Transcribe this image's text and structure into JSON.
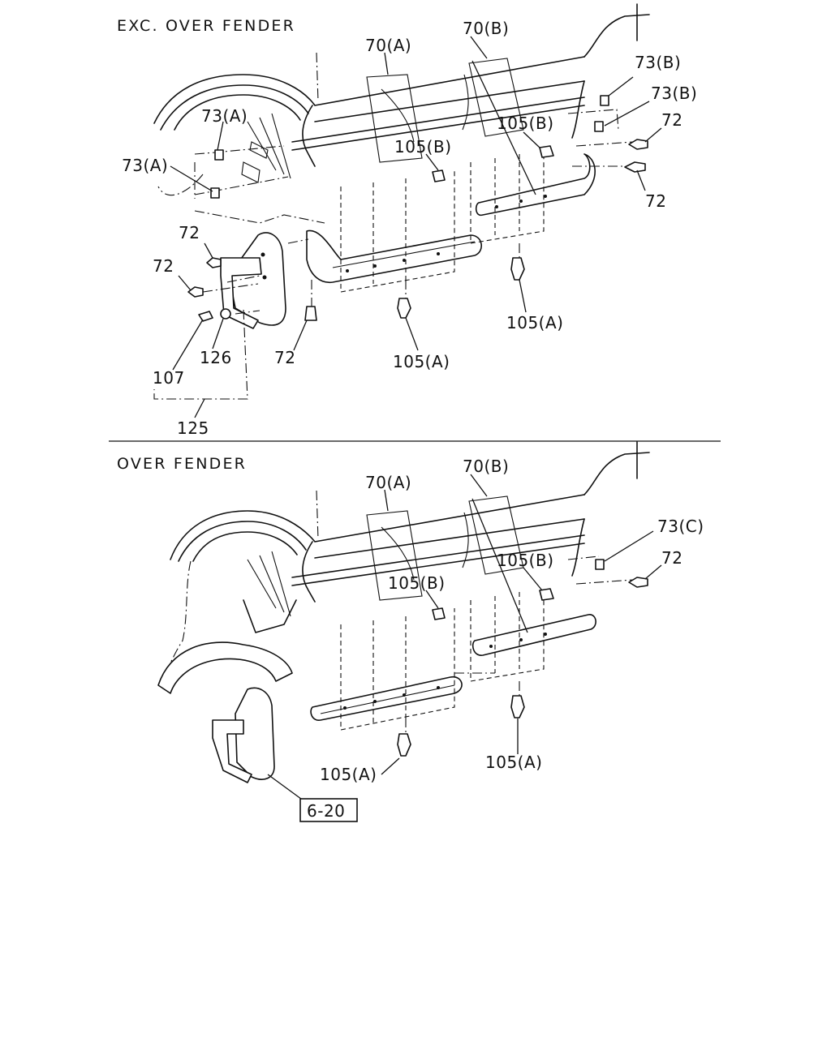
{
  "sections": {
    "top": {
      "title": "EXC. OVER FENDER"
    },
    "bottom": {
      "title": "OVER FENDER"
    }
  },
  "labels": {
    "top": {
      "p70a": "70(A)",
      "p70b": "70(B)",
      "p73b_1": "73(B)",
      "p73b_2": "73(B)",
      "p72_r1": "72",
      "p72_r2": "72",
      "p73a_1": "73(A)",
      "p73a_2": "73(A)",
      "p105b_1": "105(B)",
      "p105b_2": "105(B)",
      "p72_l1": "72",
      "p72_l2": "72",
      "p72_b": "72",
      "p107": "107",
      "p126": "126",
      "p125": "125",
      "p105a_1": "105(A)",
      "p105a_2": "105(A)"
    },
    "bottom": {
      "p70a": "70(A)",
      "p70b": "70(B)",
      "p73c": "73(C)",
      "p72": "72",
      "p105b_1": "105(B)",
      "p105b_2": "105(B)",
      "p105a_1": "105(A)",
      "p105a_2": "105(A)",
      "ref": "6-20"
    }
  }
}
